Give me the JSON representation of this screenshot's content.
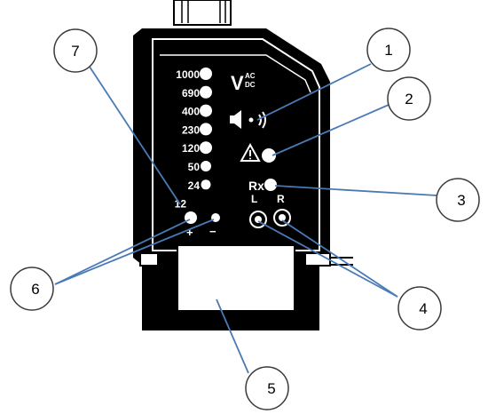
{
  "led_scale": {
    "labels": [
      "1000",
      "690",
      "400",
      "230",
      "120",
      "50",
      "24",
      "12"
    ]
  },
  "mode_label": {
    "main": "V",
    "ac": "AC",
    "dc": "DC"
  },
  "rx_label": "Rx",
  "lr_labels": {
    "left": "L",
    "right": "R"
  },
  "polarity": {
    "plus": "+",
    "minus": "−"
  },
  "callouts": [
    "1",
    "2",
    "3",
    "4",
    "5",
    "6",
    "7"
  ],
  "icons": [
    "speaker-icon",
    "warning-triangle-icon"
  ],
  "colors": {
    "device": "#000000",
    "panel_stroke": "#ffffff",
    "callout_line": "#4a7ab5",
    "callout_circle": "#3a3a3a"
  }
}
